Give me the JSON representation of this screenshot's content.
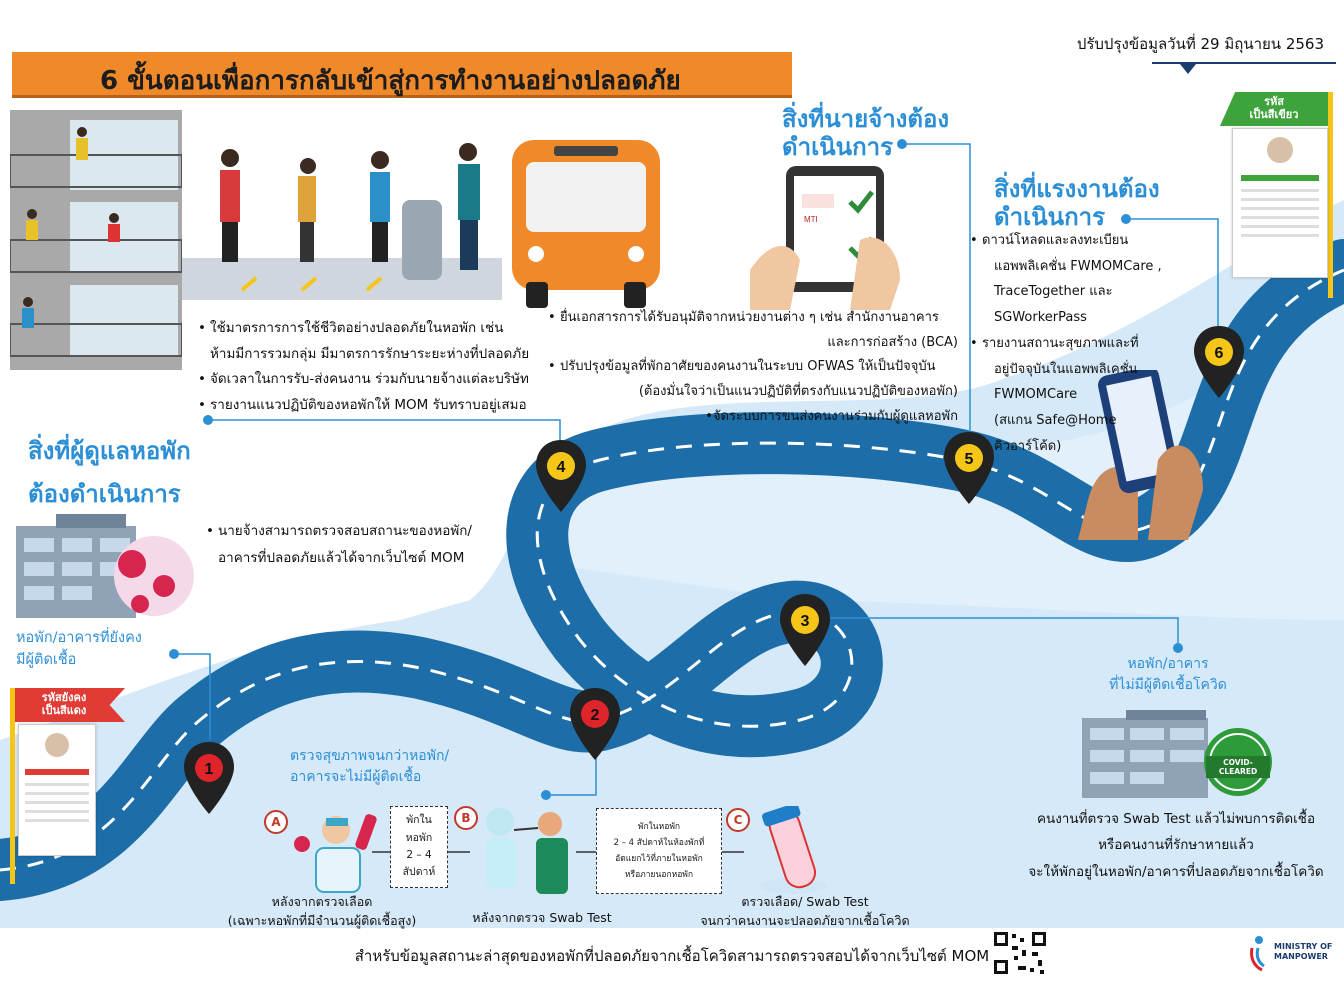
{
  "update": "ปรับปรุงข้อมูลวันที่ 29 มิถุนายน 2563",
  "title": "6 ขั้นตอนเพื่อการกลับเข้าสู่การทำงานอย่างปลอดภัย",
  "colors": {
    "orange": "#f0892a",
    "road": "#1d6ea8",
    "light_blue": "#cfe6f7",
    "heading_blue": "#2c8fd6",
    "pin_black": "#222222",
    "pin_red": "#e0242b",
    "number_yellow": "#f5c518"
  },
  "dorm_operator": {
    "heading_line1": "สิ่งที่ผู้ดูแลหอพัก",
    "heading_line2": "ต้องดำเนินการ",
    "bullets": [
      "ใช้มาตรการการใช้ชีวิตอย่างปลอดภัยในหอพัก  เช่น",
      "ห้ามมีการรวมกลุ่ม มีมาตรการรักษาระยะห่างที่ปลอดภัย",
      "จัดเวลาในการรับ-ส่งคนงาน  ร่วมกับนายจ้างแต่ละบริษัท",
      "รายงานแนวปฏิบัติของหอพักให้  MOM รับทราบอยู่เสมอ"
    ],
    "employer_check_line1": "นายจ้างสามารถตรวจสอบสถานะของหอพัก/",
    "employer_check_line2": "อาคารที่ปลอดภัยแล้วได้จากเว็บไซต์  MOM"
  },
  "employer": {
    "heading_line1": "สิ่งที่นายจ้างต้อง",
    "heading_line2": "ดำเนินการ",
    "bullets": [
      "ยื่นเอกสารการได้รับอนุมัติจากหน่วยงานต่าง  ๆ เช่น สำนักงานอาคาร",
      "และการก่อสร้าง  (BCA)",
      "ปรับปรุงข้อมูลที่พักอาศัยของคนงานในระบบ  OFWAS ให้เป็นปัจจุบัน",
      "(ต้องมั่นใจว่าเป็นแนวปฏิบัติที่ตรงกับแนวปฏิบัติของหอพัก)",
      "จัดระบบการขนส่งคนงานร่วมกับผู้ดูแลหอพัก"
    ]
  },
  "worker": {
    "heading_line1": "สิ่งที่แรงงานต้อง",
    "heading_line2": "ดำเนินการ",
    "bullets": [
      "ดาวน์โหลดและลงทะเบียน",
      "แอพพลิเคชั่น  FWMOMCare ,",
      "TraceTogether  และ",
      "SGWorkerPass",
      "รายงานสถานะสุขภาพและที่",
      "อยู่ปัจจุบันในแอพพลิเคชั่น",
      "FWMOMCare",
      "(สแกน  Safe@Home",
      "คิวอาร์โค้ด)"
    ]
  },
  "infected_dorm": {
    "line1": "หอพัก/อาคารที่ยังคง",
    "line2": "มีผู้ติดเชื้อ"
  },
  "red_flag": {
    "line1": "รหัสยังคง",
    "line2": "เป็นสีแดง"
  },
  "green_flag": {
    "line1": "รหัส",
    "line2": "เป็นสีเขียว"
  },
  "health_check": {
    "line1": "ตรวจสุขภาพจนกว่าหอพัก/",
    "line2": "อาคารจะไม่มีผู้ติดเชื้อ"
  },
  "steps": [
    "1",
    "2",
    "3",
    "4",
    "5",
    "6"
  ],
  "letters": [
    "A",
    "B",
    "C"
  ],
  "step_a": {
    "line1": "หลังจากตรวจเลือด",
    "line2": "(เฉพาะหอพักที่มีจำนวนผู้ติดเชื้อสูง)"
  },
  "box_b": [
    "พักใน",
    "หอพัก",
    "2 – 4",
    "สัปดาห์"
  ],
  "step_b": {
    "line1": "หลังจากตรวจ Swab Test"
  },
  "box_c": [
    "พักในหอพัก",
    "2 – 4 สัปดาห์ในห้องพักที่",
    "อัดแยกไว้ที่ภายในหอพัก",
    "หรือภายนอกหอพัก"
  ],
  "step_c": {
    "line1": "ตรวจเลือด/ Swab Test",
    "line2": "จนกว่าคนงานจะปลอดภัยจากเชื้อโควิด"
  },
  "cleared_dorm": {
    "line1": "หอพัก/อาคาร",
    "line2": "ที่ไม่มีผู้ติดเชื้อโควิด",
    "badge": "COVID-CLEARED"
  },
  "cleared_text": [
    "คนงานที่ตรวจ  Swab Test  แล้วไม่พบการติดเชื้อ",
    "หรือคนงานที่รักษาหายแล้ว",
    "จะให้พักอยู่ในหอพัก/อาคารที่ปลอดภัยจากเชื้อโควิด"
  ],
  "tablet_text": {
    "brand": "MTI"
  },
  "footer": "สำหรับข้อมูลสถานะล่าสุดของหอพักที่ปลอดภัยจากเชื้อโควิดสามารถตรวจสอบได้จากเว็บไซต์  MOM",
  "logo": {
    "line1": "MINISTRY OF",
    "line2": "MANPOWER"
  }
}
